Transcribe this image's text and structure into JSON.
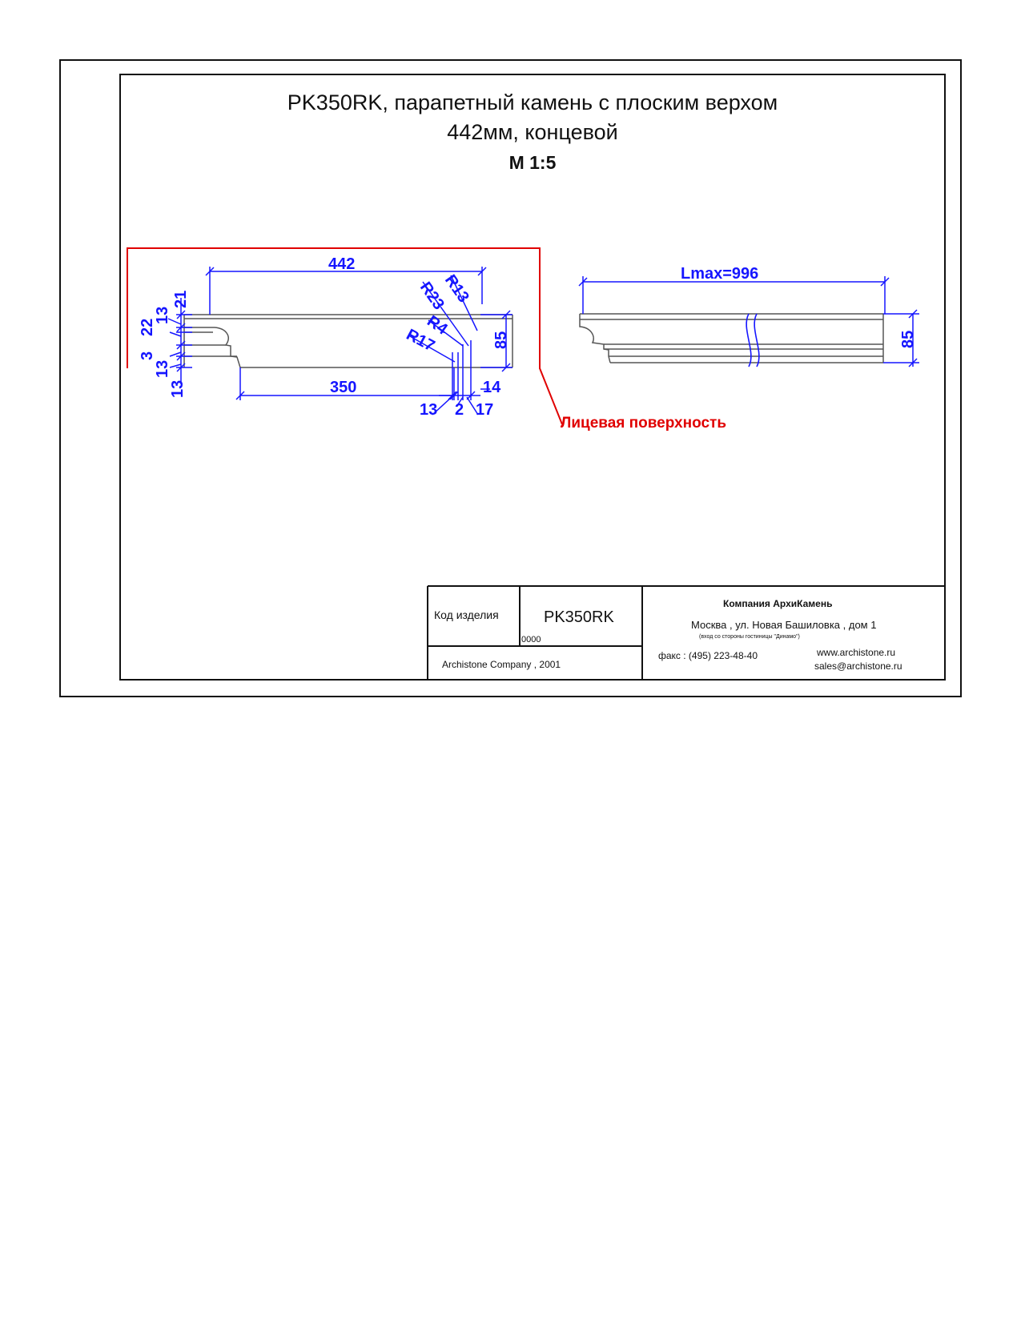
{
  "title": {
    "line1": "PK350RK, парапетный камень с плоским верхом",
    "line2": "442мм, концевой",
    "scale": "M 1:5"
  },
  "drawing": {
    "dimensions": {
      "d442": "442",
      "d350": "350",
      "d85_left": "85",
      "d85_right": "85",
      "lmax": "Lmax=996",
      "r13": "R13",
      "r23": "R23",
      "r4": "R4",
      "r17": "R17",
      "d21": "21",
      "d13_a": "13",
      "d22": "22",
      "d3": "3",
      "d13_b": "13",
      "d13_c": "13",
      "d14": "14",
      "d13_bottom": "13",
      "d2": "2",
      "d17": "17"
    },
    "face_label": "Лицевая поверхность"
  },
  "title_block": {
    "code_label": "Код изделия",
    "code_value": "PK350RK",
    "number": "0000",
    "copyright": "Archistone  Company ,  2001",
    "company": "Компания  АрхиКамень",
    "address": "Москва , ул. Новая Башиловка , дом 1",
    "entrance": "(вход со стороны гостиницы \"Динамо\")",
    "phone": "факс : (495) 223-48-40",
    "website": "www.archistone.ru",
    "email": "sales@archistone.ru"
  },
  "colors": {
    "dimension": "#1515ff",
    "face_marker": "#e00000",
    "outline": "#111111"
  }
}
